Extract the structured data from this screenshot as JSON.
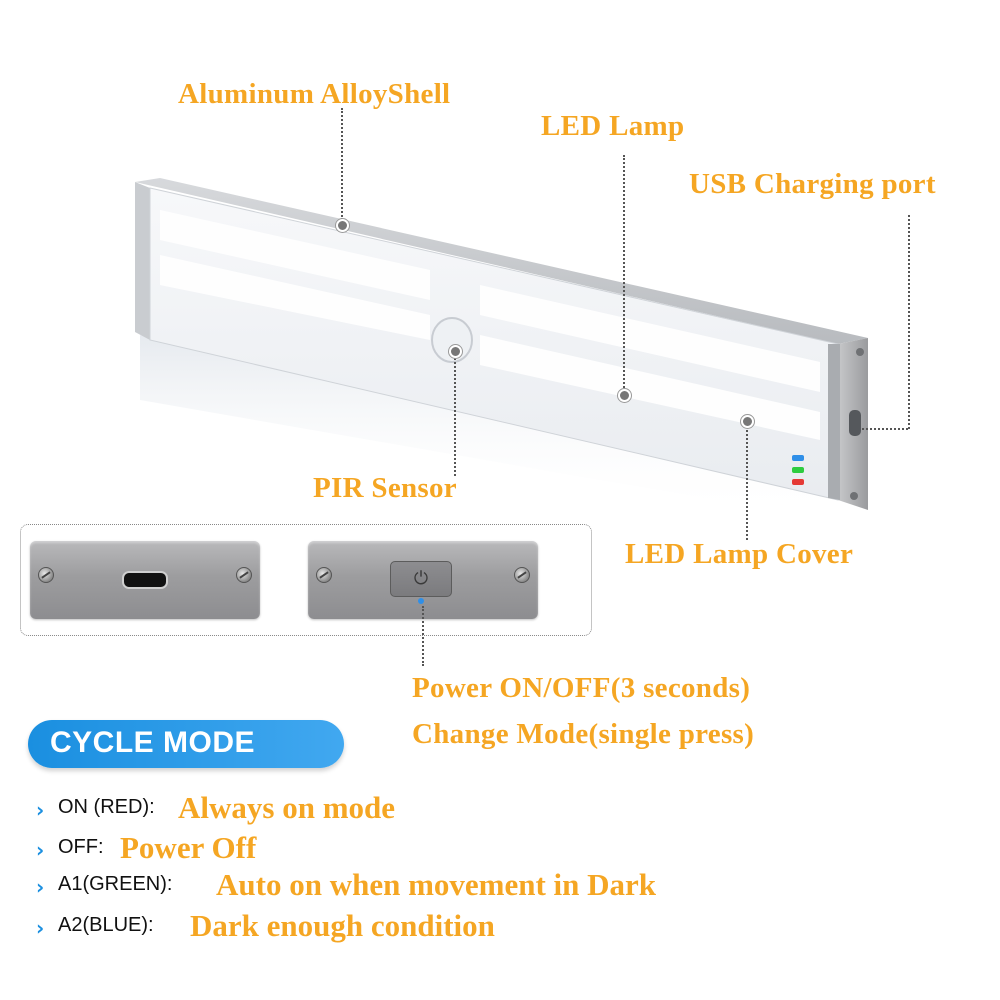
{
  "callouts": {
    "shell": "Aluminum AlloyShell",
    "led_lamp": "LED Lamp",
    "usb_port": "USB Charging port",
    "pir_sensor": "PIR Sensor",
    "lamp_cover": "LED Lamp Cover",
    "power_line1": "Power ON/OFF(3 seconds)",
    "power_line2": "Change Mode(single press)"
  },
  "cycle_mode": {
    "title": "CYCLE MODE",
    "items": [
      {
        "key": "ON (RED):",
        "desc": "Always on mode"
      },
      {
        "key": "OFF:",
        "desc": "Power Off"
      },
      {
        "key": "A1(GREEN):",
        "desc": "Auto on when movement in Dark"
      },
      {
        "key": "A2(BLUE):",
        "desc": "Dark enough condition"
      }
    ]
  },
  "colors": {
    "callout_text": "#f5a623",
    "pill": "#1a8fe0",
    "indicator_blue": "#2f8fe8",
    "indicator_green": "#2ecc40",
    "indicator_red": "#e53935"
  },
  "icons": {
    "power_button": "power-icon",
    "usb": "usb-c-port",
    "bullet": "chevron-right-icon"
  }
}
